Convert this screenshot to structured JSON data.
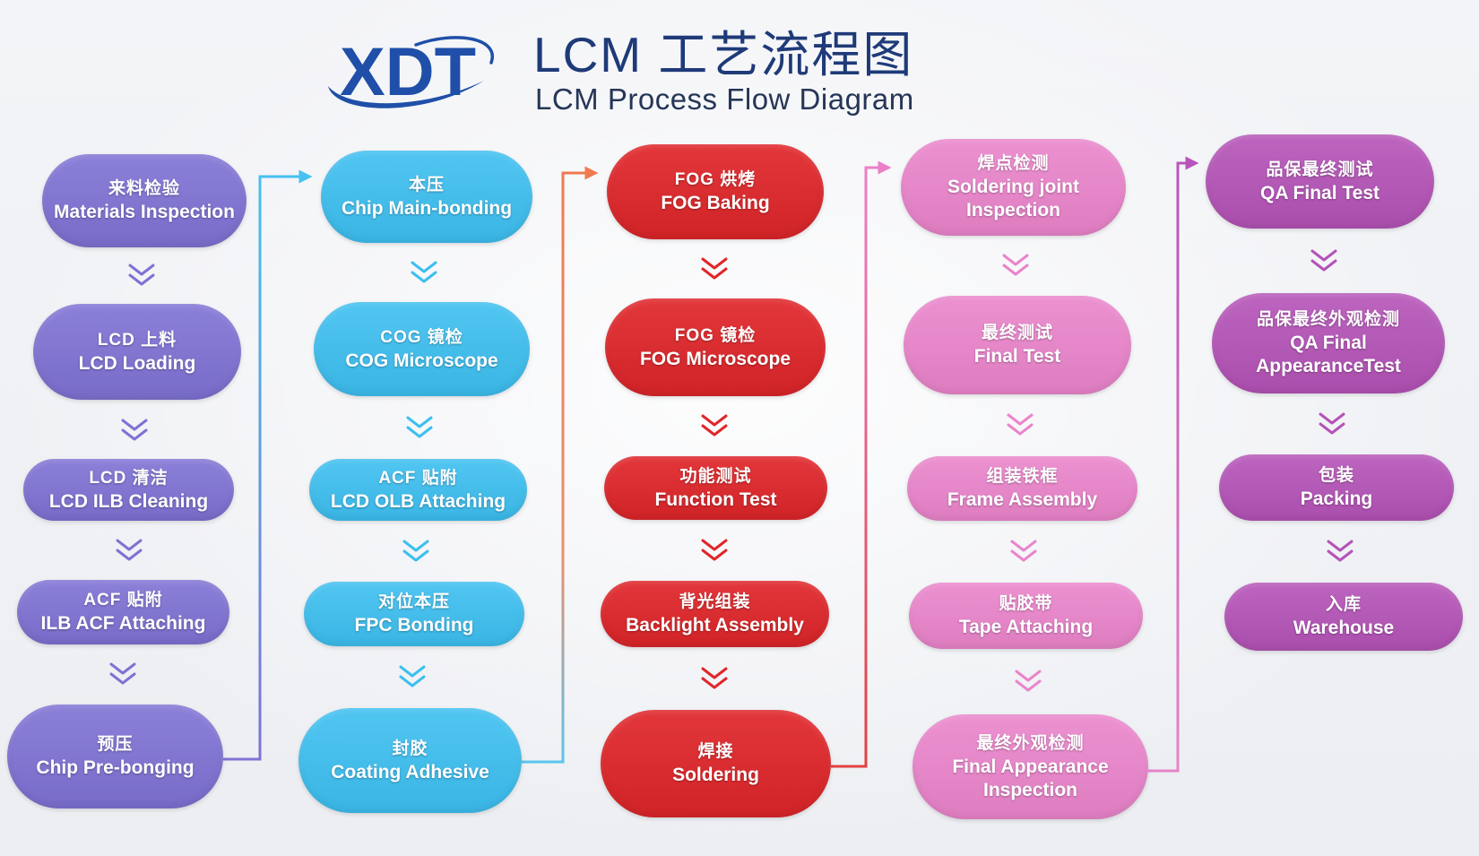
{
  "header": {
    "logo_text": "XDT",
    "title_cn": "LCM 工艺流程图",
    "title_en": "LCM Process Flow Diagram"
  },
  "colors": {
    "title": "#1e3a78",
    "logo": "#1f4fa8",
    "column_1": "#7e72d4",
    "column_2": "#3dbff0",
    "column_3": "#e0262a",
    "column_4": "#ea84cb",
    "column_5": "#b553b8"
  },
  "icons": {
    "step_separator": "chevron-down-icon",
    "column_link": "arrow-right-icon"
  },
  "columns": [
    {
      "steps": [
        {
          "lines": [
            "来料检验",
            "Materials Inspection"
          ]
        },
        {
          "lines": [
            "LCD 上料",
            "LCD Loading"
          ]
        },
        {
          "lines": [
            "LCD 清洁",
            "LCD ILB Cleaning"
          ]
        },
        {
          "lines": [
            "ACF 贴附",
            "ILB ACF Attaching"
          ]
        },
        {
          "lines": [
            "预压",
            "Chip Pre-bonging"
          ]
        }
      ]
    },
    {
      "steps": [
        {
          "lines": [
            "本压",
            "Chip Main-bonding"
          ]
        },
        {
          "lines": [
            "COG 镜检",
            "COG Microscope"
          ]
        },
        {
          "lines": [
            "ACF 贴附",
            "LCD OLB Attaching"
          ]
        },
        {
          "lines": [
            "对位本压",
            "FPC Bonding"
          ]
        },
        {
          "lines": [
            "封胶",
            "Coating Adhesive"
          ]
        }
      ]
    },
    {
      "steps": [
        {
          "lines": [
            "FOG 烘烤",
            "FOG Baking"
          ]
        },
        {
          "lines": [
            "FOG 镜检",
            "FOG Microscope"
          ]
        },
        {
          "lines": [
            "功能测试",
            "Function Test"
          ]
        },
        {
          "lines": [
            "背光组装",
            "Backlight Assembly"
          ]
        },
        {
          "lines": [
            "焊接",
            "Soldering"
          ]
        }
      ]
    },
    {
      "steps": [
        {
          "lines": [
            "焊点检测",
            "Soldering joint",
            "Inspection"
          ]
        },
        {
          "lines": [
            "最终测试",
            "Final Test"
          ]
        },
        {
          "lines": [
            "组装铁框",
            "Frame Assembly"
          ]
        },
        {
          "lines": [
            "贴胶带",
            "Tape Attaching"
          ]
        },
        {
          "lines": [
            "最终外观检测",
            "Final Appearance",
            "Inspection"
          ]
        }
      ]
    },
    {
      "steps": [
        {
          "lines": [
            "品保最终测试",
            "QA Final Test"
          ]
        },
        {
          "lines": [
            "品保最终外观检测",
            "QA Final",
            "AppearanceTest"
          ]
        },
        {
          "lines": [
            "包装",
            "Packing"
          ]
        },
        {
          "lines": [
            "入库",
            "Warehouse"
          ]
        }
      ]
    }
  ]
}
